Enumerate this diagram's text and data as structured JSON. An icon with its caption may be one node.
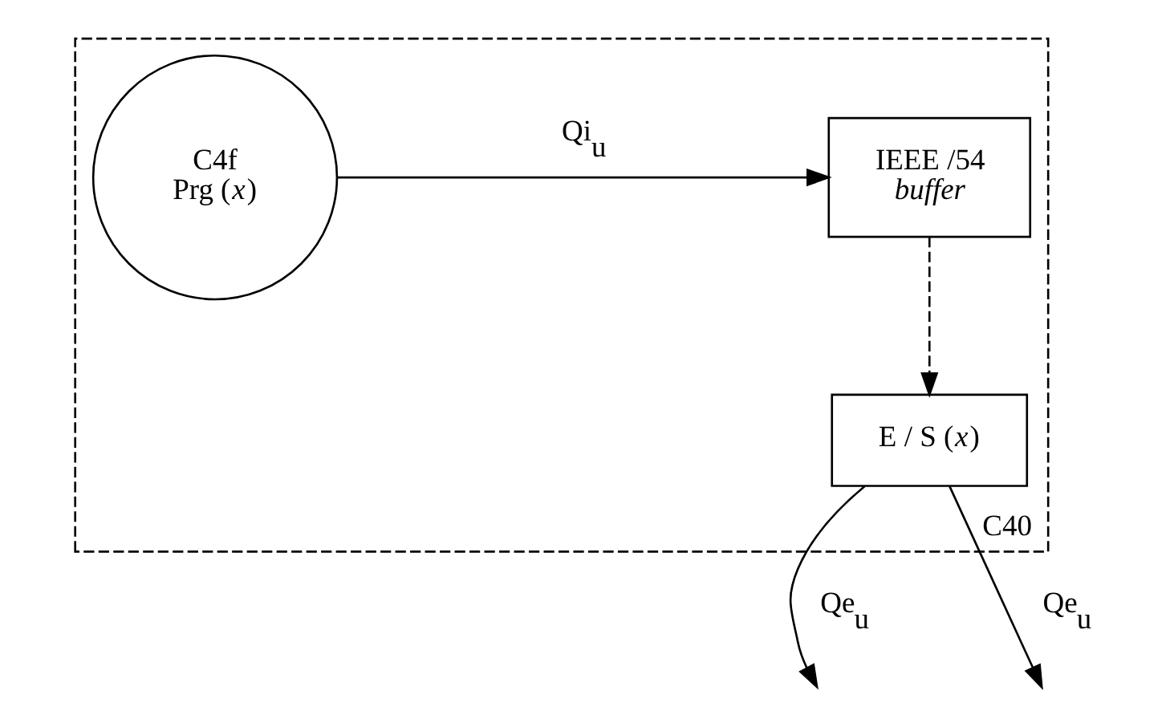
{
  "diagram": {
    "nodes": [
      {
        "text": [
          "C40"
        ]
      },
      {
        "text": [
          "IEEE /54",
          "*buffer*"
        ],
        "in": 0
      },
      {
        "text": [
          "C4f",
          "Prg (*x*)"
        ],
        "in": 0
      },
      {
        "text": [
          "E / S (*x*)"
        ],
        "in": 0
      }
    ],
    "edges": [
      {
        "from": 2,
        "to": 1,
        "arrow": "to",
        "label": "Qi$_{u}$"
      },
      {
        "from": 1,
        "to": 3,
        "arrow": "to",
        "style": "dashed"
      },
      {
        "from": 3,
        "to": null,
        "arrow": "to",
        "label": "Qe$_{u}$"
      },
      {
        "from": 3,
        "to": null,
        "arrow": "to",
        "label": "Qe$_{u}$"
      }
    ]
  }
}
